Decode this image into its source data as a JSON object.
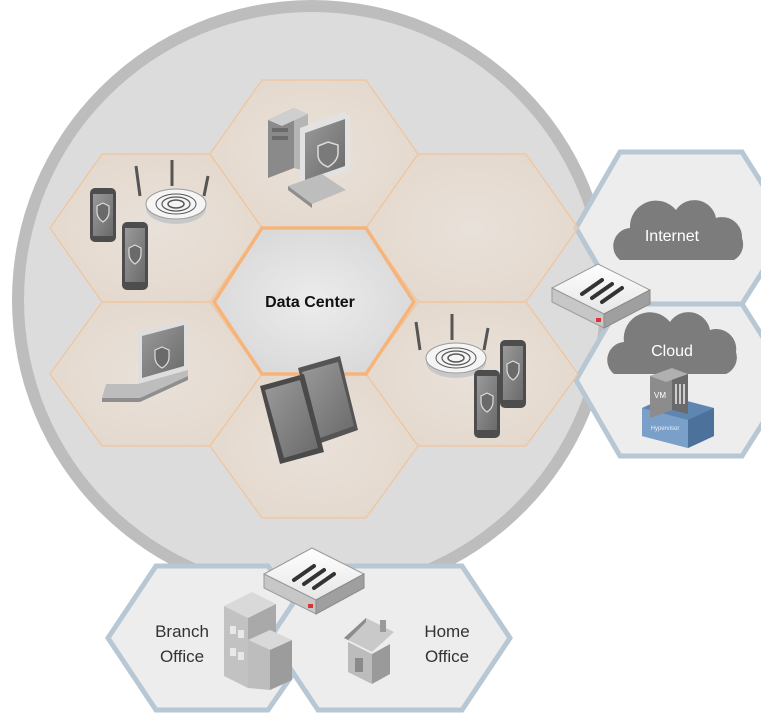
{
  "diagram": {
    "center_label": "Data Center",
    "internet_label": "Internet",
    "cloud_label": "Cloud",
    "vm_label": "VM",
    "hypervisor_label": "Hypervisor",
    "branch_office_label": [
      "Branch",
      "Office"
    ],
    "home_office_label": [
      "Home",
      "Office"
    ]
  },
  "colors": {
    "outer_ring": "#bdbdbd",
    "inner_circle": "#dcdcdc",
    "hex_fill_orange": "#f6dfc6",
    "hex_stroke_orange": "#f2c49a",
    "center_hex_stroke": "#f7b47a",
    "blue_hex_stroke": "#b7c7d4",
    "cloud_fill": "#7c7c7c"
  }
}
